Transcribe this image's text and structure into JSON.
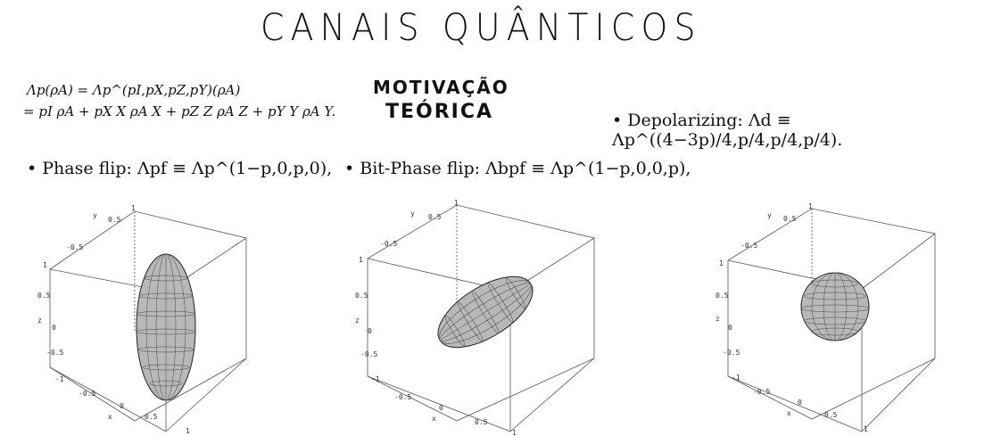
{
  "title": "CANAIS QUÂNTICOS",
  "motivation": {
    "line1": "MOTIVAÇÃO",
    "line2": "TEÓRICA"
  },
  "equation": {
    "line1": "Λp(ρA) = Λp^(pI,pX,pZ,pY)(ρA)",
    "line2": "= pI ρA + pX X ρA X + pZ Z ρA Z + pY Y ρA Y."
  },
  "channels": {
    "depolarizing": "• Depolarizing: Λd ≡ Λp^((4−3p)/4,p/4,p/4,p/4).",
    "phase_flip": "• Phase flip: Λpf ≡ Λp^(1−p,0,p,0),",
    "bit_phase_flip": "• Bit-Phase flip: Λbpf ≡ Λp^(1−p,0,0,p),"
  },
  "plots": [
    {
      "name": "phase-flip-ellipsoid",
      "shape": "tall-ellipsoid"
    },
    {
      "name": "bit-phase-flip-ellipsoid",
      "shape": "tilted-ellipsoid"
    },
    {
      "name": "depolarizing-sphere",
      "shape": "sphere"
    }
  ],
  "axis_labels": {
    "y": "y",
    "z": "z",
    "x": "x",
    "t_half": "0.5",
    "t_one": "1",
    "t_zero": "0",
    "t_mhalf": "-0.5",
    "t_mone": "-1"
  },
  "colors": {
    "ink": "#111111",
    "surface": "#b8b8b8",
    "grid": "#444444"
  }
}
